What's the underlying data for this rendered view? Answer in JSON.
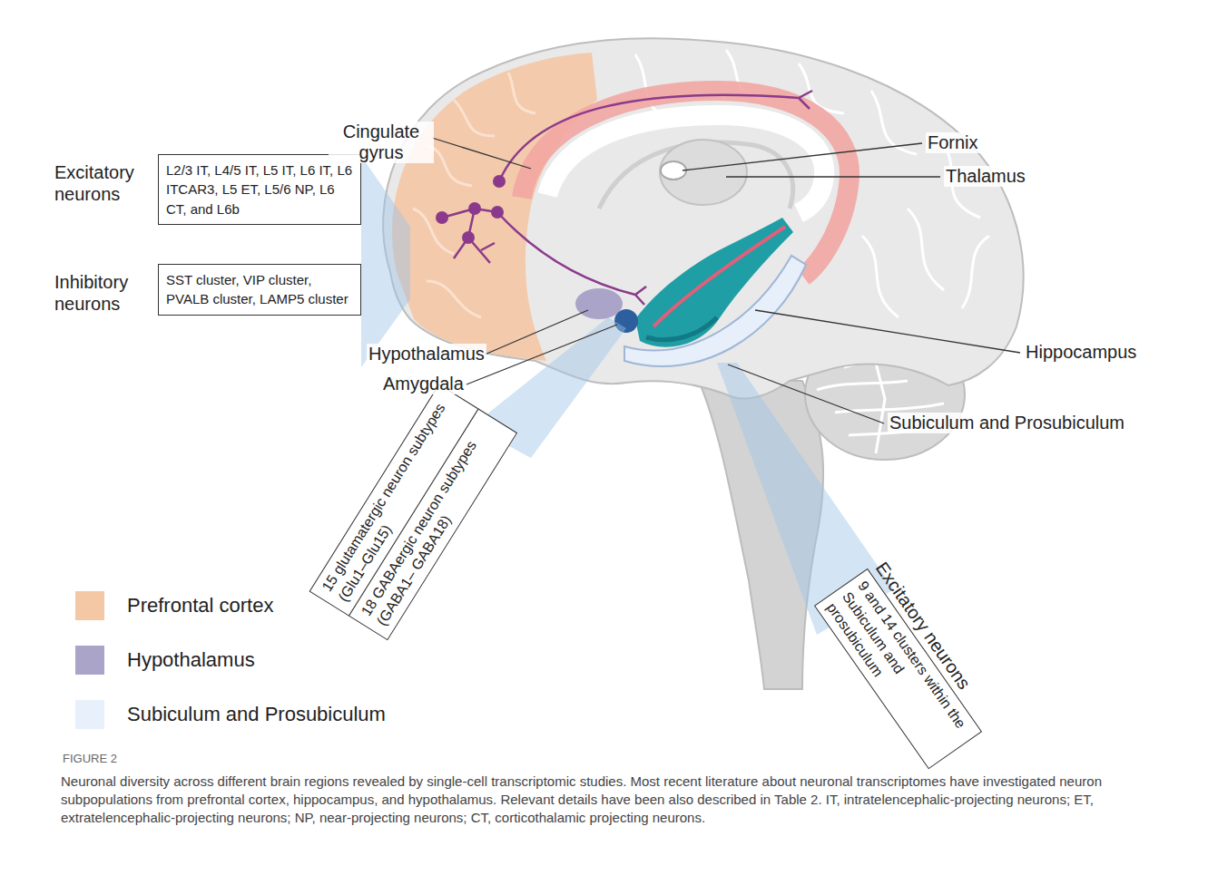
{
  "diagram": {
    "caption": "Neuronal diversity across different brain regions revealed by single-cell transcriptomic studies. Most recent literature about neuronal transcriptomes have investigated neuron subpopulations from prefrontal cortex, hippocampus, and hypothalamus. Relevant details have been also described in Table 2. IT, intratelencephalic-projecting neurons; ET, extratelencephalic-projecting neurons; NP, near-projecting neurons; CT, corticothalamic projecting neurons.",
    "nodes": [
      {
        "text": [
          "Excitatory neurons",
          "L2/3 IT, L4/5 IT, L5 IT, L6 IT, L6 ITCAR3, L5 ET, L5/6 NP, L6 CT, and L6b"
        ]
      },
      {
        "text": [
          "Inhibitory neurons",
          "SST cluster, VIP cluster, PVALB cluster, LAMP5 cluster"
        ]
      },
      {
        "text": [
          "15 glutamatergic neuron subtypes (Glu1–Glu15)"
        ]
      },
      {
        "text": [
          "18 GABAergic neuron subtypes (GABA1– GABA18)"
        ]
      },
      {
        "text": [
          "Excitatory neurons",
          "9 and 14 clusters within the Subiculum and prosubiculum"
        ]
      }
    ],
    "labels": [
      "Cingulate gyrus",
      "Fornix",
      "Thalamus",
      "Hypothalamus",
      "Amygdala",
      "Hippocampus",
      "Subiculum and Prosubiculum",
      "FIGURE 2"
    ],
    "legend": [
      {
        "text": "Prefrontal cortex",
        "color": "#f4c7a5"
      },
      {
        "text": "Hypothalamus",
        "color": "#a9a4c8"
      },
      {
        "text": "Subiculum and Prosubiculum",
        "color": "#e8f0fb"
      }
    ]
  }
}
